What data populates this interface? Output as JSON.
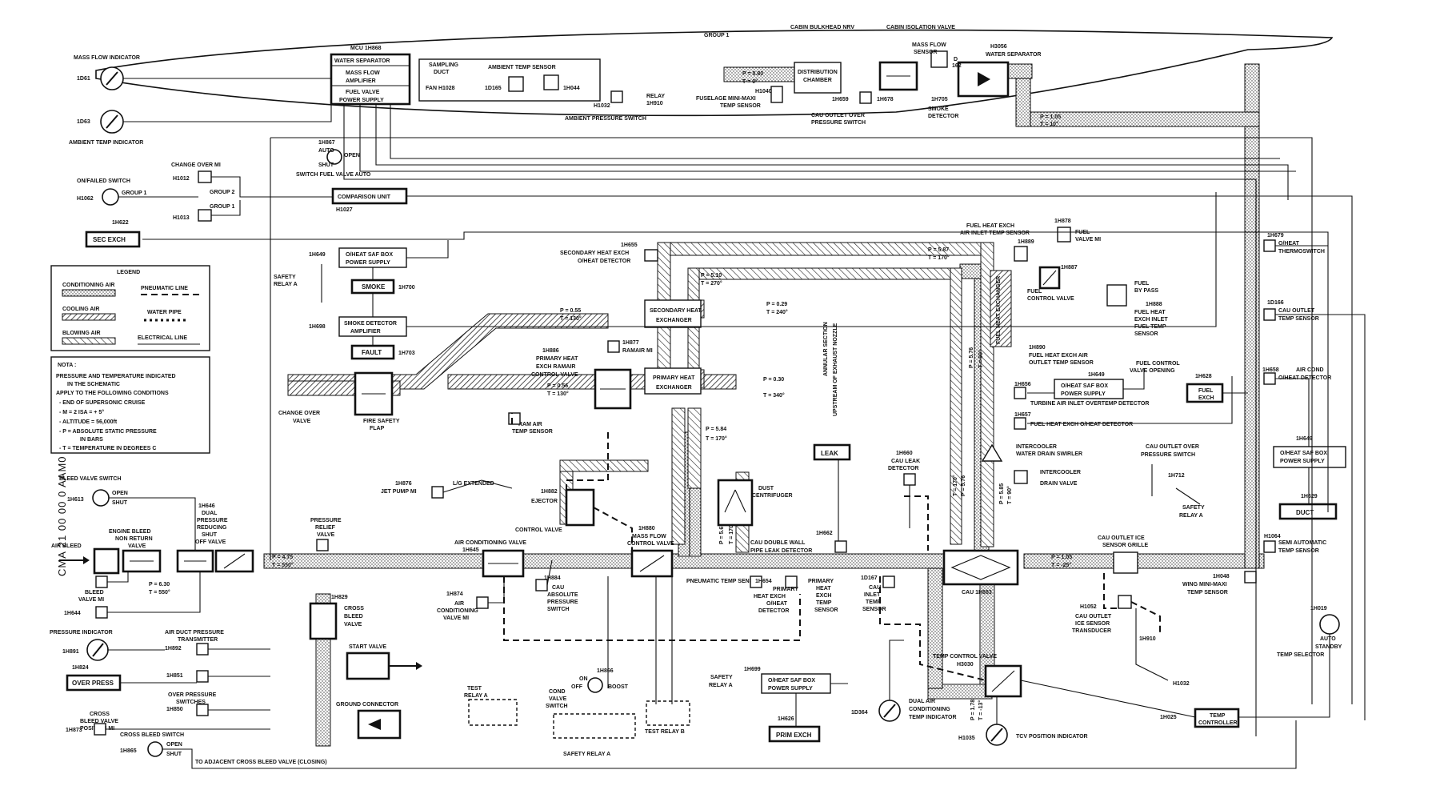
{
  "side_code": "CMA 21 00 00 0 AAM0",
  "top": {
    "group1_top": "GROUP 1",
    "cabin_bulkhead": "CABIN BULKHEAD NRV",
    "cabin_isolation": "CABIN ISOLATION VALVE",
    "mass_flow_sensor": "MASS FLOW",
    "mass_flow_sensor2": "SENSOR",
    "h3056": "H3056",
    "water_sep": "WATER SEPARATOR",
    "d162": "D",
    "d162b": "162",
    "p_cabin": "P = 0.80",
    "t_cabin": "T = 0°",
    "dist_chamber1": "DISTRIBUTION",
    "dist_chamber2": "CHAMBER",
    "h1040": "H1040",
    "fuselage_temp1": "FUSELAGE MINI-MAXI",
    "fuselage_temp2": "TEMP SENSOR",
    "h1h659": "1H659",
    "h1h678": "1H678",
    "h1h705": "1H705",
    "cau_outlet_over1": "CAU OUTLET OVER",
    "cau_outlet_over2": "PRESSURE SWITCH",
    "smoke_det1": "SMOKE",
    "smoke_det2": "DETECTOR",
    "p_right": "P = 1.05",
    "t_right": "T = 10°"
  },
  "left": {
    "mass_flow_indicator": "MASS FLOW INDICATOR",
    "g1061": "1D61",
    "g1063": "1D63",
    "ambient_temp_indicator": "AMBIENT TEMP INDICATOR",
    "changeover_mi": "CHANGE OVER MI",
    "h1012": "H1012",
    "h1013": "H1013",
    "on_failed": "ON/FAILED SWITCH",
    "h1062": "H1062",
    "group1": "GROUP 1",
    "group2": "GROUP 2",
    "group1b": "GROUP 1",
    "h1h622": "1H622",
    "sec_exch": "SEC EXCH"
  },
  "mcu": {
    "title": "MCU 1H868",
    "water_separator": "WATER SEPARATOR",
    "mass_flow1": "MASS FLOW",
    "mass_flow2": "AMPLIFIER",
    "fuel_valve1": "FUEL VALVE",
    "fuel_valve2": "POWER SUPPLY",
    "sampling1": "SAMPLING",
    "sampling2": "DUCT",
    "ambient_sensor": "AMBIENT TEMP SENSOR",
    "fan": "FAN H1028",
    "d165": "1D165",
    "h1044": "1H044",
    "h1032": "H1032",
    "relay": "RELAY",
    "relay_no": "1H910",
    "amb_press_switch": "AMBIENT PRESSURE SWITCH",
    "h1h867": "1H867",
    "auto": "AUTO",
    "open": "OPEN",
    "shut": "SHUT",
    "switch_fuel": "SWITCH FUEL VALVE AUTO",
    "comparison": "COMPARISON UNIT",
    "h1027": "H1027"
  },
  "smoke": {
    "h1h649": "1H649",
    "ovheat_box1": "O/HEAT SAF BOX",
    "ovheat_box2": "POWER SUPPLY",
    "safety_relay1": "SAFETY",
    "safety_relay2": "RELAY A",
    "smoke": "SMOKE",
    "h1h700": "1H700",
    "h1h698": "1H698",
    "smoke_amp1": "SMOKE DETECTOR",
    "smoke_amp2": "AMPLIFIER",
    "fault": "FAULT",
    "h1h703": "1H703"
  },
  "legend": {
    "title": "LEGEND",
    "conditioning": "CONDITIONING AIR",
    "pneumatic": "PNEUMATIC LINE",
    "cooling": "COOLING AIR",
    "water": "WATER PIPE",
    "blowing": "BLOWING AIR",
    "electrical": "ELECTRICAL LINE"
  },
  "nota": {
    "title": "NOTA :",
    "line1": "PRESSURE AND TEMPERATURE INDICATED",
    "line2": "IN THE SCHEMATIC",
    "line3": "APPLY TO THE FOLLOWING CONDITIONS",
    "line4": "- END OF SUPERSONIC CRUISE",
    "line5": "- M = 2      ISA = + 5°",
    "line6": "- ALTITUDE = 56,000ft",
    "line7": "- P = ABSOLUTE STATIC PRESSURE",
    "line8": "IN BARS",
    "line9": "- T = TEMPERATURE IN DEGREES C"
  },
  "ram": {
    "changeover1": "CHANGE OVER",
    "changeover2": "VALVE",
    "fire_flap1": "FIRE SAFETY",
    "fire_flap2": "FLAP",
    "h1h655": "1H655",
    "sec_heat_det1": "SECONDARY HEAT EXCH",
    "sec_heat_det2": "O/HEAT DETECTOR",
    "p1": "P = 0.55",
    "t1": "T = 130°",
    "p2": "P = 5.10",
    "t2": "T = 270°",
    "sec_hx1": "SECONDARY HEAT",
    "sec_hx2": "EXCHANGER",
    "p3": "P = 0.29",
    "t3": "T = 240°",
    "annular1": "ANNULAR SECTION",
    "annular2": "UPSTREAM OF EXHAUST NOZZLE",
    "h1h886": "1H886",
    "prim_ramair1": "PRIMARY HEAT",
    "prim_ramair2": "EXCH RAMAIR",
    "prim_ramair3": "CONTROL VALVE",
    "h1h877": "1H877",
    "ramair_mi": "RAMAIR MI",
    "p4": "P = 0.56",
    "t4": "T = 130°",
    "prim_hx1": "PRIMARY HEAT",
    "prim_hx2": "EXCHANGER",
    "p5": "P = 0.30",
    "t5": "T = 340°",
    "ram_sensor1": "RAM AIR",
    "ram_sensor2": "TEMP SENSOR",
    "p6": "P = 5.84",
    "t6": "T = 170°"
  },
  "fuel": {
    "fuel_air_inlet1": "FUEL HEAT EXCH",
    "fuel_air_inlet2": "AIR INLET TEMP SENSOR",
    "h1h878": "1H878",
    "fuel_valve_mi1": "FUEL",
    "fuel_valve_mi2": "VALVE MI",
    "h1h889": "1H889",
    "h1h887": "1H887",
    "fuel_ctrl": "FUEL",
    "fuel_ctrl2": "CONTROL VALVE",
    "fuel_bypass1": "FUEL",
    "fuel_bypass2": "BY PASS",
    "h1h888": "1H888",
    "fhx_inlet1": "FUEL HEAT",
    "fhx_inlet2": "EXCH INLET",
    "fhx_inlet3": "FUEL TEMP",
    "fhx_inlet4": "SENSOR",
    "p_fuel": "P = 5.87",
    "t_fuel": "T = 170°",
    "fuel_hx": "FUEL HEAT EXCHANGER",
    "h1h890": "1H890",
    "fhx_air_outlet1": "FUEL HEAT EXCH AIR",
    "fhx_air_outlet2": "OUTLET TEMP SENSOR",
    "fuel_ctrl_open1": "FUEL CONTROL",
    "fuel_ctrl_open2": "VALVE OPENING",
    "h1h649b": "1H649",
    "ovheat_box3": "O/HEAT SAF BOX",
    "ovheat_box4": "POWER SUPPLY",
    "h1h628": "1H628",
    "fuel_exch": "FUEL",
    "fuel_exch2": "EXCH",
    "h1h656": "1H656",
    "turbine_overtemp": "TURBINE AIR INLET OVERTEMP DETECTOR",
    "h1h657": "1H657",
    "fhx_ovheat": "FUEL HEAT EXCH O/HEAT DETECTOR",
    "intercooler_swirl1": "INTERCOOLER",
    "intercooler_swirl2": "WATER DRAIN SWIRLER",
    "intercooler_drain1": "INTERCOOLER",
    "intercooler_drain2": "DRAIN VALVE",
    "p_mid": "P = 5.76",
    "t_mid": "T = 90°"
  },
  "right": {
    "h1h679": "1H679",
    "oheat_thermo1": "O/HEAT",
    "oheat_thermo2": "THERMOSWITCH",
    "d166": "1D166",
    "cau_outlet_temp1": "CAU OUTLET",
    "cau_outlet_temp2": "TEMP SENSOR",
    "h1h658": "1H658",
    "air_cond_det1": "AIR COND",
    "air_cond_det2": "O/HEAT DETECTOR",
    "h1h649c": "1H649",
    "ovheat_box5": "O/HEAT SAF BOX",
    "ovheat_box6": "POWER SUPPLY",
    "h1h629": "1H629",
    "duct": "DUCT",
    "h1064": "H1064",
    "semi_auto1": "SEMI AUTOMATIC",
    "semi_auto2": "TEMP SENSOR",
    "h1048": "1H048",
    "wing_mini1": "WING MINI-MAXI",
    "wing_mini2": "TEMP SENSOR",
    "h1019": "1H019",
    "auto_standby1": "AUTO",
    "auto_standby2": "STANDBY",
    "auto_standby3": "TEMP SELECTOR",
    "cau_over_ps1": "CAU OUTLET OVER",
    "cau_over_ps2": "PRESSURE SWITCH",
    "h1h712": "1H712",
    "safety_relay3": "SAFETY",
    "safety_relay4": "RELAY A",
    "cau_ice1": "CAU OUTLET ICE",
    "cau_ice2": "SENSOR GRILLE",
    "h1052": "H1052",
    "cau_ice_sens1": "CAU OUTLET",
    "cau_ice_sens2": "ICE SENSOR",
    "cau_ice_sens3": "TRANSDUCER",
    "h1h910": "1H910",
    "h1032b": "H1032",
    "p_cau": "P = 1.05",
    "t_cau": "T = -25°",
    "h1025": "1H025",
    "temp_ctrl1": "TEMP",
    "temp_ctrl2": "CONTROLLER"
  },
  "bottom": {
    "bleed_switch": "BLEED VALVE SWITCH",
    "h1h613": "1H613",
    "open": "OPEN",
    "shut": "SHUT",
    "air_bleed": "AIR BLEED",
    "engine_bleed1": "ENGINE BLEED",
    "engine_bleed2": "NON RETURN",
    "engine_bleed3": "VALVE",
    "h1h646": "1H646",
    "dual_press1": "DUAL",
    "dual_press2": "PRESSURE",
    "dual_press3": "REDUCING",
    "dual_press4": "SHUT",
    "dual_press5": "OFF VALVE",
    "p_bleed": "P = 6.30",
    "t_bleed": "T = 550°",
    "bleed_mi1": "BLEED",
    "bleed_mi2": "VALVE MI",
    "h1h644": "1H644",
    "p_duct": "P = 4.75",
    "t_duct": "T = 550°",
    "press_relief1": "PRESSURE",
    "press_relief2": "RELIEF",
    "press_relief3": "VALVE",
    "pressure_ind": "PRESSURE INDICATOR",
    "h1h891": "1H891",
    "air_duct_tx1": "AIR DUCT PRESSURE",
    "air_duct_tx2": "TRANSMITTER",
    "h1h892": "1H892",
    "h1h824": "1H824",
    "over_press": "OVER PRESS",
    "h1h851": "1H851",
    "over_press_sw1": "OVER PRESSURE",
    "over_press_sw2": "SWITCHES",
    "h1h850": "1H850",
    "cross_mi1": "CROSS",
    "cross_mi2": "BLEED VALVE",
    "cross_mi3": "POSITION MI",
    "h1h873": "1H873",
    "cross_switch": "CROSS BLEED SWITCH",
    "h1h865": "1H865",
    "to_adjacent": "TO ADJACENT CROSS BLEED VALVE (CLOSING)",
    "h1h829": "1H829",
    "cross_bleed1": "CROSS",
    "cross_bleed2": "BLEED",
    "cross_bleed3": "VALVE",
    "start_valve": "START VALVE",
    "ground_conn": "GROUND CONNECTOR",
    "h1h876": "1H876",
    "jet_pump": "JET PUMP MI",
    "lg_extended": "L/G EXTENDED",
    "h1h882": "1H882",
    "ejector1": "EJECTOR",
    "ejector2": "CONTROL VALVE",
    "air_cond_valve1": "AIR CONDITIONING VALVE",
    "air_cond_valve2": "1H645",
    "h1h880": "1H880",
    "mass_flow_cv1": "MASS FLOW",
    "mass_flow_cv2": "CONTROL VALVE",
    "p_mf": "P = 5.67",
    "t_mf": "T = 170°",
    "h1h874": "1H874",
    "air_cond_mi1": "AIR",
    "air_cond_mi2": "CONDITIONING",
    "air_cond_mi3": "VALVE MI",
    "h1h884": "1H884",
    "cau_abs1": "CAU",
    "cau_abs2": "ABSOLUTE",
    "cau_abs3": "PRESSURE",
    "cau_abs4": "SWITCH",
    "pneu_temp": "PNEUMATIC TEMP SENSOR",
    "h1h654": "1H654",
    "prim_ovheat1": "PRIMARY",
    "prim_ovheat2": "HEAT EXCH",
    "prim_ovheat3": "O/HEAT",
    "prim_ovheat4": "DETECTOR",
    "prim_temp1": "PRIMARY",
    "prim_temp2": "HEAT",
    "prim_temp3": "EXCH",
    "prim_temp4": "TEMP",
    "prim_temp5": "SENSOR",
    "d167": "1D167",
    "cau_inlet1": "CAU",
    "cau_inlet2": "INLET",
    "cau_inlet3": "TEMP",
    "cau_inlet4": "SENSOR",
    "dust1": "DUST",
    "dust2": "CENTRIFUGER",
    "cau_dbl": "CAU DOUBLE WALL",
    "pipe_leak": "PIPE LEAK DETECTOR",
    "h1h662": "1H662",
    "leak": "LEAK",
    "h1h660": "1H660",
    "cau_leak1": "CAU LEAK",
    "cau_leak2": "DETECTOR",
    "cau": "CAU 1H883",
    "p_cau2": "P = 5.76",
    "t_cau2": "T = 170°",
    "p_cau3": "P = 5.85",
    "t_cau3": "T = 90°",
    "test_relay_a1": "TEST",
    "test_relay_a2": "RELAY A",
    "cond_valve1": "COND",
    "cond_valve2": "VALVE",
    "cond_valve3": "SWITCH",
    "h1h866": "1H866",
    "on": "ON",
    "off": "OFF",
    "boost": "BOOST",
    "test_relay_b": "TEST RELAY B",
    "safety_relay_a": "SAFETY RELAY A",
    "h1h699": "1H699",
    "safety_relay_b1": "SAFETY",
    "safety_relay_b2": "RELAY A",
    "ovheat_box7": "O/HEAT SAF BOX",
    "ovheat_box8": "POWER SUPPLY",
    "h1h626": "1H626",
    "prim_exch": "PRIM EXCH",
    "d364": "1D364",
    "dual_temp1": "DUAL AIR",
    "dual_temp2": "CONDITIONING",
    "dual_temp3": "TEMP INDICATOR",
    "temp_ctrl_valve1": "TEMP CONTROL VALVE",
    "temp_ctrl_valve2": "H3030",
    "p_tcv": "P = 1.78",
    "t_tcv": "T = -13°",
    "h1035": "H1035",
    "tcv_ind": "TCV POSITION INDICATOR"
  }
}
